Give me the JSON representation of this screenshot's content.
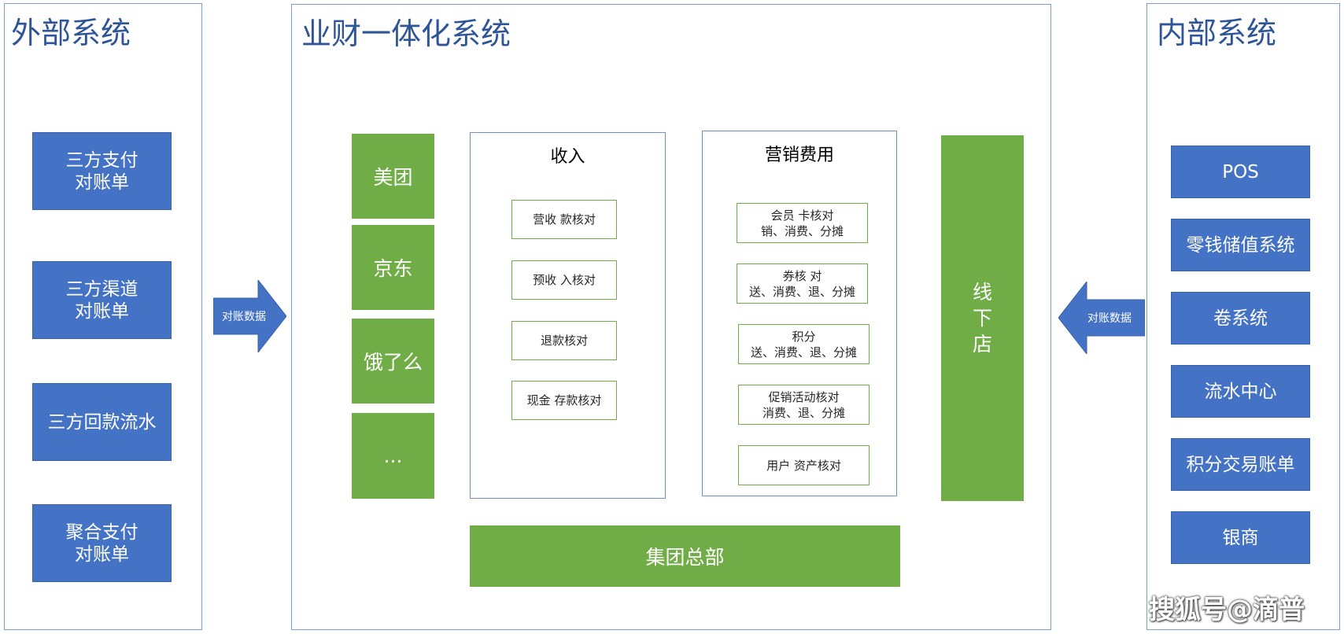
{
  "external_system": {
    "title": "外部系统",
    "items": [
      "三方支付\n对账单",
      "三方渠道\n对账单",
      "三方回款流水",
      "聚合支付\n对账单"
    ]
  },
  "finance_system": {
    "title": "业财一体化系统",
    "channels": [
      "美团",
      "京东",
      "饿了么",
      "..."
    ],
    "income": {
      "title": "收入",
      "items": [
        "营收 款核对",
        "预收 入核对",
        "退款核对",
        "现金 存款核对"
      ]
    },
    "marketing": {
      "title": "营销费用",
      "items": [
        "会员 卡核对\n销、消费、分摊",
        "券核 对\n送、消费、退、分摊",
        "积分\n送、消费、退、分摊",
        "促销活动核对\n消费、退、分摊",
        "用户 资产核对"
      ]
    },
    "offline_store": "线\n下\n店",
    "headquarters": "集团总部"
  },
  "internal_system": {
    "title": "内部系统",
    "items": [
      "POS",
      "零钱储值系统",
      "卷系统",
      "流水中心",
      "积分交易账单",
      "银商"
    ]
  },
  "arrows": {
    "left_label": "对账数据",
    "right_label": "对账数据"
  },
  "watermark": "搜狐号@滴普",
  "colors": {
    "blue": "#4472c4",
    "green": "#70ad47",
    "title": "#2e5597",
    "border": "#7f9fcf"
  }
}
